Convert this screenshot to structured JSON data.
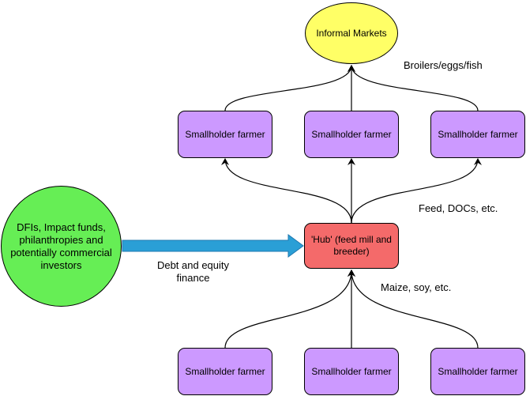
{
  "colors": {
    "farmer_fill": "#cc99ff",
    "hub_fill": "#f46a6a",
    "market_fill": "#ffff66",
    "investor_fill": "#66ee55",
    "finance_arrow": "#2a9fd6",
    "edge": "#000000"
  },
  "nodes": {
    "market": "Informal Markets",
    "hub": "'Hub' (feed mill and breeder)",
    "investors": "DFIs, Impact funds, philanthropies and potentially commercial investors",
    "top_farmers": [
      "Smallholder farmer",
      "Smallholder farmer",
      "Smallholder farmer"
    ],
    "bottom_farmers": [
      "Smallholder farmer",
      "Smallholder farmer",
      "Smallholder farmer"
    ]
  },
  "labels": {
    "outputs": "Broilers/eggs/fish",
    "inputs_to_farmers": "Feed, DOCs, etc.",
    "crops": "Maize, soy, etc.",
    "finance": "Debt and equity finance"
  }
}
